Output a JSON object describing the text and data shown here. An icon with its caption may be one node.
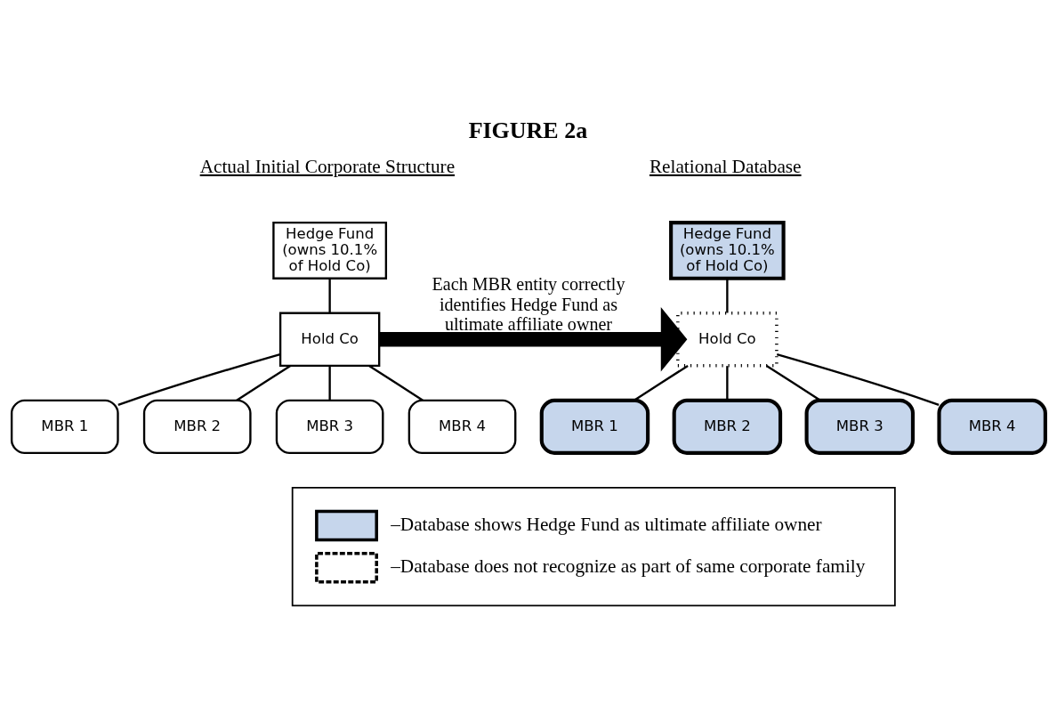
{
  "diagram": {
    "title": "FIGURE 2a",
    "nodes": [
      {
        "text": [
          "Hedge Fund (owns 10.1% of Hold Co)"
        ]
      },
      {
        "text": [
          "Hold Co"
        ]
      },
      {
        "text": [
          "MBR 1"
        ]
      },
      {
        "text": [
          "MBR 2"
        ]
      },
      {
        "text": [
          "MBR 3"
        ]
      },
      {
        "text": [
          "MBR 4"
        ]
      },
      {
        "text": [
          "Hedge Fund (owns 10.1% of Hold Co)"
        ]
      },
      {
        "text": [
          "Hold Co"
        ]
      },
      {
        "text": [
          "MBR 1"
        ]
      },
      {
        "text": [
          "MBR 2"
        ]
      },
      {
        "text": [
          "MBR 3"
        ]
      },
      {
        "text": [
          "MBR 4"
        ]
      }
    ],
    "edges": [
      {
        "from": 0,
        "to": 1,
        "arrow": "none"
      },
      {
        "from": 1,
        "to": 2,
        "arrow": "none"
      },
      {
        "from": 1,
        "to": 3,
        "arrow": "none"
      },
      {
        "from": 1,
        "to": 4,
        "arrow": "none"
      },
      {
        "from": 1,
        "to": 5,
        "arrow": "none"
      },
      {
        "from": 1,
        "to": 7,
        "arrow": "to",
        "style": "thick",
        "label": "Each MBR entity correctly identifies Hedge Fund as ultimate affiliate owner"
      },
      {
        "from": 6,
        "to": 7,
        "arrow": "none"
      },
      {
        "from": 7,
        "to": 8,
        "arrow": "none"
      },
      {
        "from": 7,
        "to": 9,
        "arrow": "none"
      },
      {
        "from": 7,
        "to": 10,
        "arrow": "none"
      },
      {
        "from": 7,
        "to": 11,
        "arrow": "none"
      }
    ],
    "labels": [
      "Actual Initial Corporate Structure",
      "Relational Database"
    ],
    "legend": [
      {
        "text": "–Database shows Hedge Fund as ultimate affiliate owner",
        "color": "#c6d6ec"
      },
      {
        "text": "–Database does not recognize as part of same corporate family"
      }
    ]
  }
}
